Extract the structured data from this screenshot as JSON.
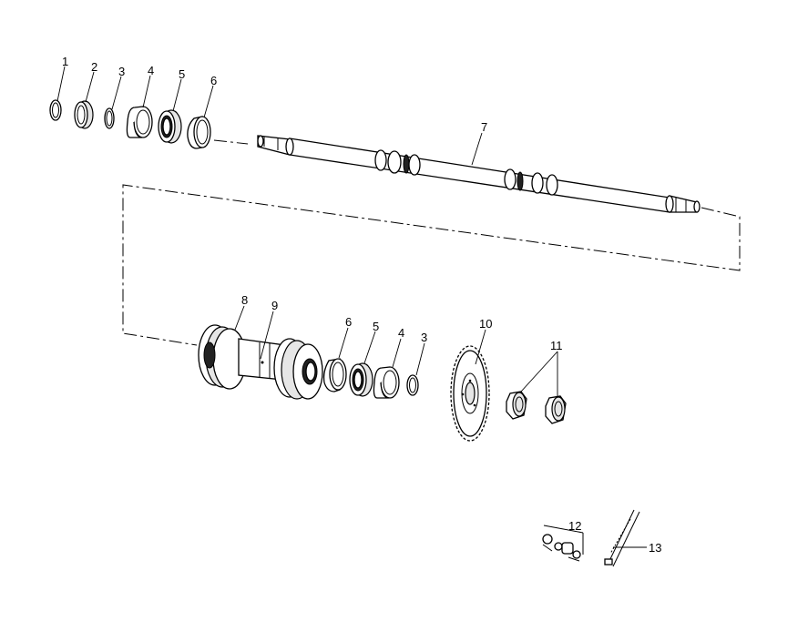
{
  "diagram": {
    "labels": {
      "upper_1": "1",
      "upper_2": "2",
      "upper_3": "3",
      "upper_4": "4",
      "upper_5": "5",
      "upper_6": "6",
      "axle_7": "7",
      "housing_8": "8",
      "housing_9": "9",
      "lower_6": "6",
      "lower_5": "5",
      "lower_4": "4",
      "lower_3": "3",
      "sprocket_10": "10",
      "nuts_11": "11",
      "kit_12": "12",
      "part_13": "13"
    }
  }
}
